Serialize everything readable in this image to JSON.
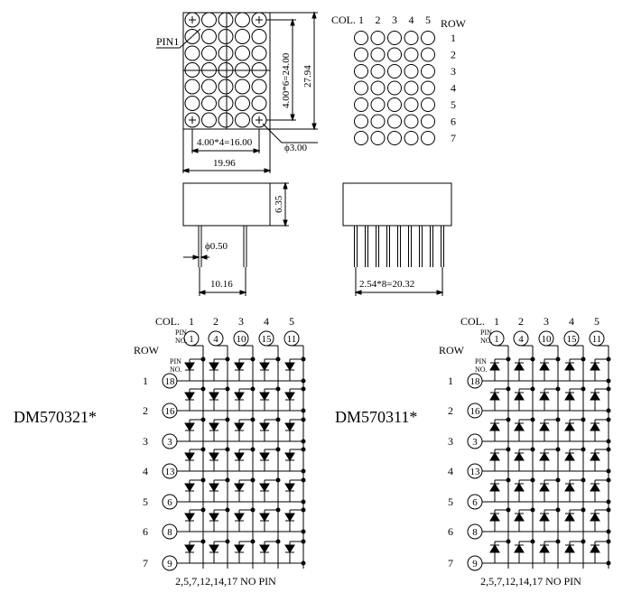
{
  "top": {
    "pin1_label": "PIN1",
    "dim_width_pitch": "4.00*4=16.00",
    "dim_width_total": "19.96",
    "dim_height_pitch": "4.00*6=24.00",
    "dim_height_total": "27.94",
    "dim_dot_diameter": "ϕ3.00",
    "dim_body_height": "6.35",
    "dim_pin_diameter": "ϕ0.50",
    "dim_pin_spacing": "10.16",
    "dim_pin_row": "2.54*8=20.32",
    "col_label": "COL.",
    "row_label": "ROW",
    "cols": [
      "1",
      "2",
      "3",
      "4",
      "5"
    ],
    "rows": [
      "1",
      "2",
      "3",
      "4",
      "5",
      "6",
      "7"
    ]
  },
  "circuits": [
    {
      "model": "DM570321*",
      "col_label": "COL.",
      "row_label": "ROW",
      "pin_no_label": "PIN NO.",
      "cols": [
        "1",
        "2",
        "3",
        "4",
        "5"
      ],
      "col_pins": [
        "1",
        "4",
        "10",
        "15",
        "11"
      ],
      "rows": [
        "1",
        "2",
        "3",
        "4",
        "5",
        "6",
        "7"
      ],
      "row_pins": [
        "18",
        "16",
        "3",
        "13",
        "6",
        "8",
        "9"
      ],
      "note": "2,5,7,12,14,17 NO PIN"
    },
    {
      "model": "DM570311*",
      "col_label": "COL.",
      "row_label": "ROW",
      "pin_no_label": "PIN NO.",
      "cols": [
        "1",
        "2",
        "3",
        "4",
        "5"
      ],
      "col_pins": [
        "1",
        "4",
        "10",
        "15",
        "11"
      ],
      "rows": [
        "1",
        "2",
        "3",
        "4",
        "5",
        "6",
        "7"
      ],
      "row_pins": [
        "18",
        "16",
        "3",
        "13",
        "6",
        "8",
        "9"
      ],
      "note": "2,5,7,12,14,17 NO PIN"
    }
  ]
}
